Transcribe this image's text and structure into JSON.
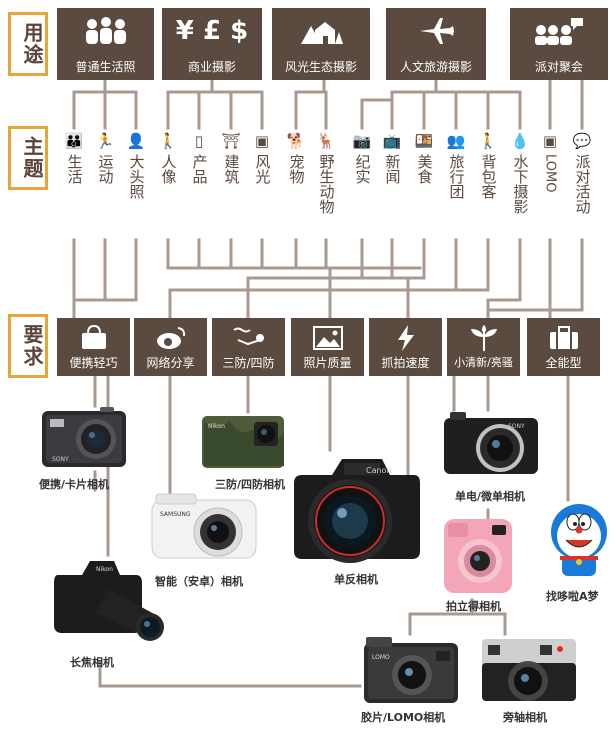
{
  "sections": {
    "usage": "用途",
    "theme": "主题",
    "requirement": "要求"
  },
  "usage": [
    {
      "label": "普通生活照",
      "icon": "people-group-icon"
    },
    {
      "label": "商业摄影",
      "icon": "currency-icon"
    },
    {
      "label": "风光生态摄影",
      "icon": "landscape-house-icon"
    },
    {
      "label": "人文旅游摄影",
      "icon": "airplane-icon"
    },
    {
      "label": "派对聚会",
      "icon": "party-people-icon"
    }
  ],
  "themes": [
    {
      "label": "生活",
      "icon": "family-icon"
    },
    {
      "label": "运动",
      "icon": "running-icon"
    },
    {
      "label": "大头照",
      "icon": "person-bust-icon"
    },
    {
      "label": "人像",
      "icon": "person-icon"
    },
    {
      "label": "产品",
      "icon": "phone-icon"
    },
    {
      "label": "建筑",
      "icon": "temple-icon"
    },
    {
      "label": "风光",
      "icon": "picture-icon"
    },
    {
      "label": "宠物",
      "icon": "dog-icon"
    },
    {
      "label": "野生动物",
      "icon": "deer-icon"
    },
    {
      "label": "纪实",
      "icon": "photographer-icon"
    },
    {
      "label": "新闻",
      "icon": "tv-icon"
    },
    {
      "label": "美食",
      "icon": "food-icon"
    },
    {
      "label": "旅行团",
      "icon": "crowd-icon"
    },
    {
      "label": "背包客",
      "icon": "hiker-icon"
    },
    {
      "label": "水下摄影",
      "icon": "water-drops-icon"
    },
    {
      "label": "LOMO",
      "icon": "lomo-picture-icon"
    },
    {
      "label": "派对活动",
      "icon": "chat-people-icon"
    }
  ],
  "requirements": [
    {
      "label": "便携轻巧",
      "icon": "handbag-icon"
    },
    {
      "label": "网络分享",
      "icon": "weibo-icon"
    },
    {
      "label": "三防/四防",
      "icon": "diver-icon"
    },
    {
      "label": "照片质量",
      "icon": "photo-icon"
    },
    {
      "label": "抓拍速度",
      "icon": "lightning-icon"
    },
    {
      "label": "小清新/亮骚",
      "icon": "sprout-icon"
    },
    {
      "label": "全能型",
      "icon": "suitcase-icon"
    }
  ],
  "cameras": {
    "compact": "便携/卡片相机",
    "smart": "智能（安卓）相机",
    "tough": "三防/四防相机",
    "dslr": "单反相机",
    "mirrorless": "单电/微单相机",
    "instant": "拍立得相机",
    "doraemon": "找哆啦A梦",
    "superzoom": "长焦相机",
    "lomo": "胶片/LOMO相机",
    "rangefinder": "旁轴相机"
  },
  "camera_text": {
    "compact_brand": "SONY",
    "dslr_brand": "Canon",
    "tough_brand": "Nikon",
    "superzoom_brand": "Nikon",
    "mirrorless_brand": "SONY",
    "smart_brand": "SAMSUNG",
    "lomo_brand": "LOMO"
  },
  "colors": {
    "box": "#5b4a40",
    "accent": "#e7a53c",
    "line": "#a89a90"
  }
}
